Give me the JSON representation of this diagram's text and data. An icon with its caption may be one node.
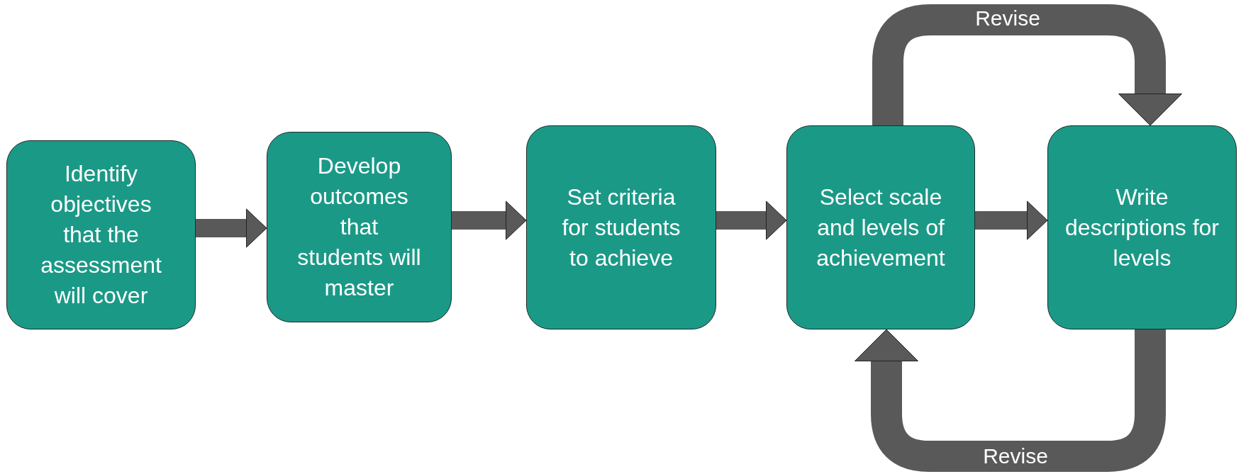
{
  "diagram": {
    "nodes": [
      {
        "text": [
          "Identify objectives that the assessment will cover"
        ]
      },
      {
        "text": [
          "Develop outcomes that students will master"
        ]
      },
      {
        "text": [
          "Set criteria for students to achieve"
        ]
      },
      {
        "text": [
          "Select scale and levels of achievement"
        ]
      },
      {
        "text": [
          "Write descriptions for levels"
        ]
      }
    ],
    "edges": [
      {
        "from": 0,
        "to": 1,
        "arrow": "to"
      },
      {
        "from": 1,
        "to": 2,
        "arrow": "to"
      },
      {
        "from": 2,
        "to": 3,
        "arrow": "to"
      },
      {
        "from": 3,
        "to": 4,
        "arrow": "to"
      },
      {
        "from": 3,
        "to": 4,
        "arrow": "to",
        "label": "Revise"
      },
      {
        "from": 4,
        "to": 3,
        "arrow": "to",
        "label": "Revise"
      }
    ]
  }
}
